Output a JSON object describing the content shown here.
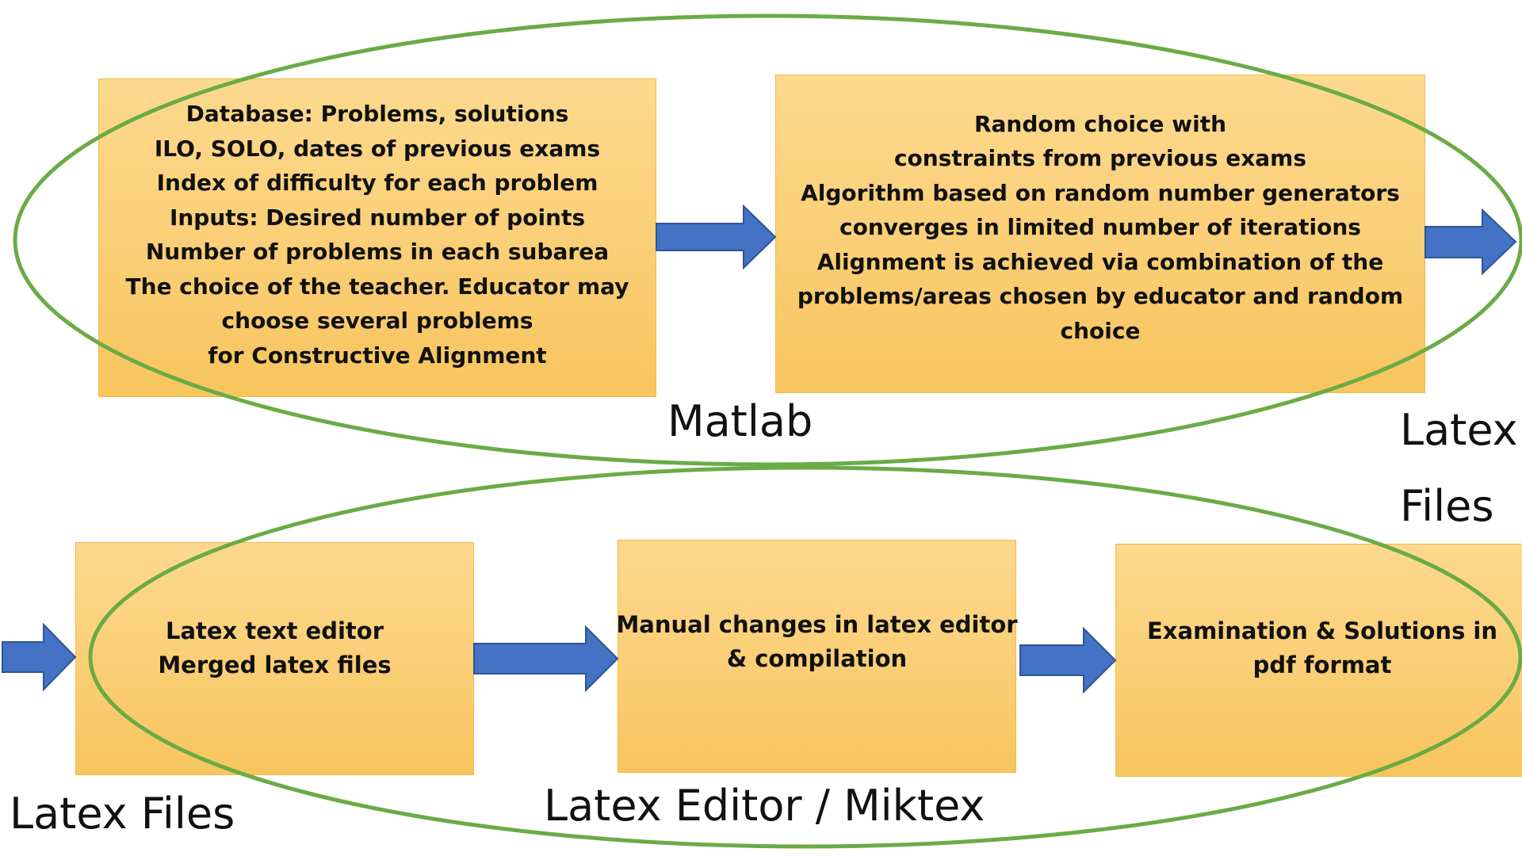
{
  "colors": {
    "box_fill": "#fbd07a",
    "box_border": "#f2b84a",
    "ellipse_stroke": "#6aab45",
    "arrow_fill": "#4472c4",
    "arrow_stroke": "#2f5597",
    "text": "#111111"
  },
  "boxes": {
    "database": {
      "lines": [
        "Database:  Problems, solutions",
        "ILO, SOLO, dates of previous exams",
        "Index of difficulty for each problem",
        "Inputs: Desired number of points",
        "Number of problems in each subarea",
        "The choice of the teacher. Educator may",
        "choose several problems",
        "for Constructive Alignment"
      ]
    },
    "random_choice": {
      "lines": [
        "Random choice with",
        "constraints from previous exams",
        "Algorithm based on random number generators",
        "converges  in limited number of iterations",
        "Alignment is achieved  via combination of the",
        "problems/areas chosen by educator and random",
        "choice"
      ]
    },
    "latex_editor": {
      "lines": [
        "Latex text editor",
        "Merged latex files"
      ]
    },
    "manual_changes": {
      "lines": [
        "Manual changes in latex editor",
        "& compilation"
      ]
    },
    "examination": {
      "lines": [
        "Examination & Solutions in",
        "pdf format"
      ]
    }
  },
  "labels": {
    "matlab": "Matlab",
    "latex_files_top": [
      "Latex",
      "Files"
    ],
    "latex_files_left": "Latex Files",
    "latex_editor_miktex": "Latex Editor / Miktex"
  }
}
